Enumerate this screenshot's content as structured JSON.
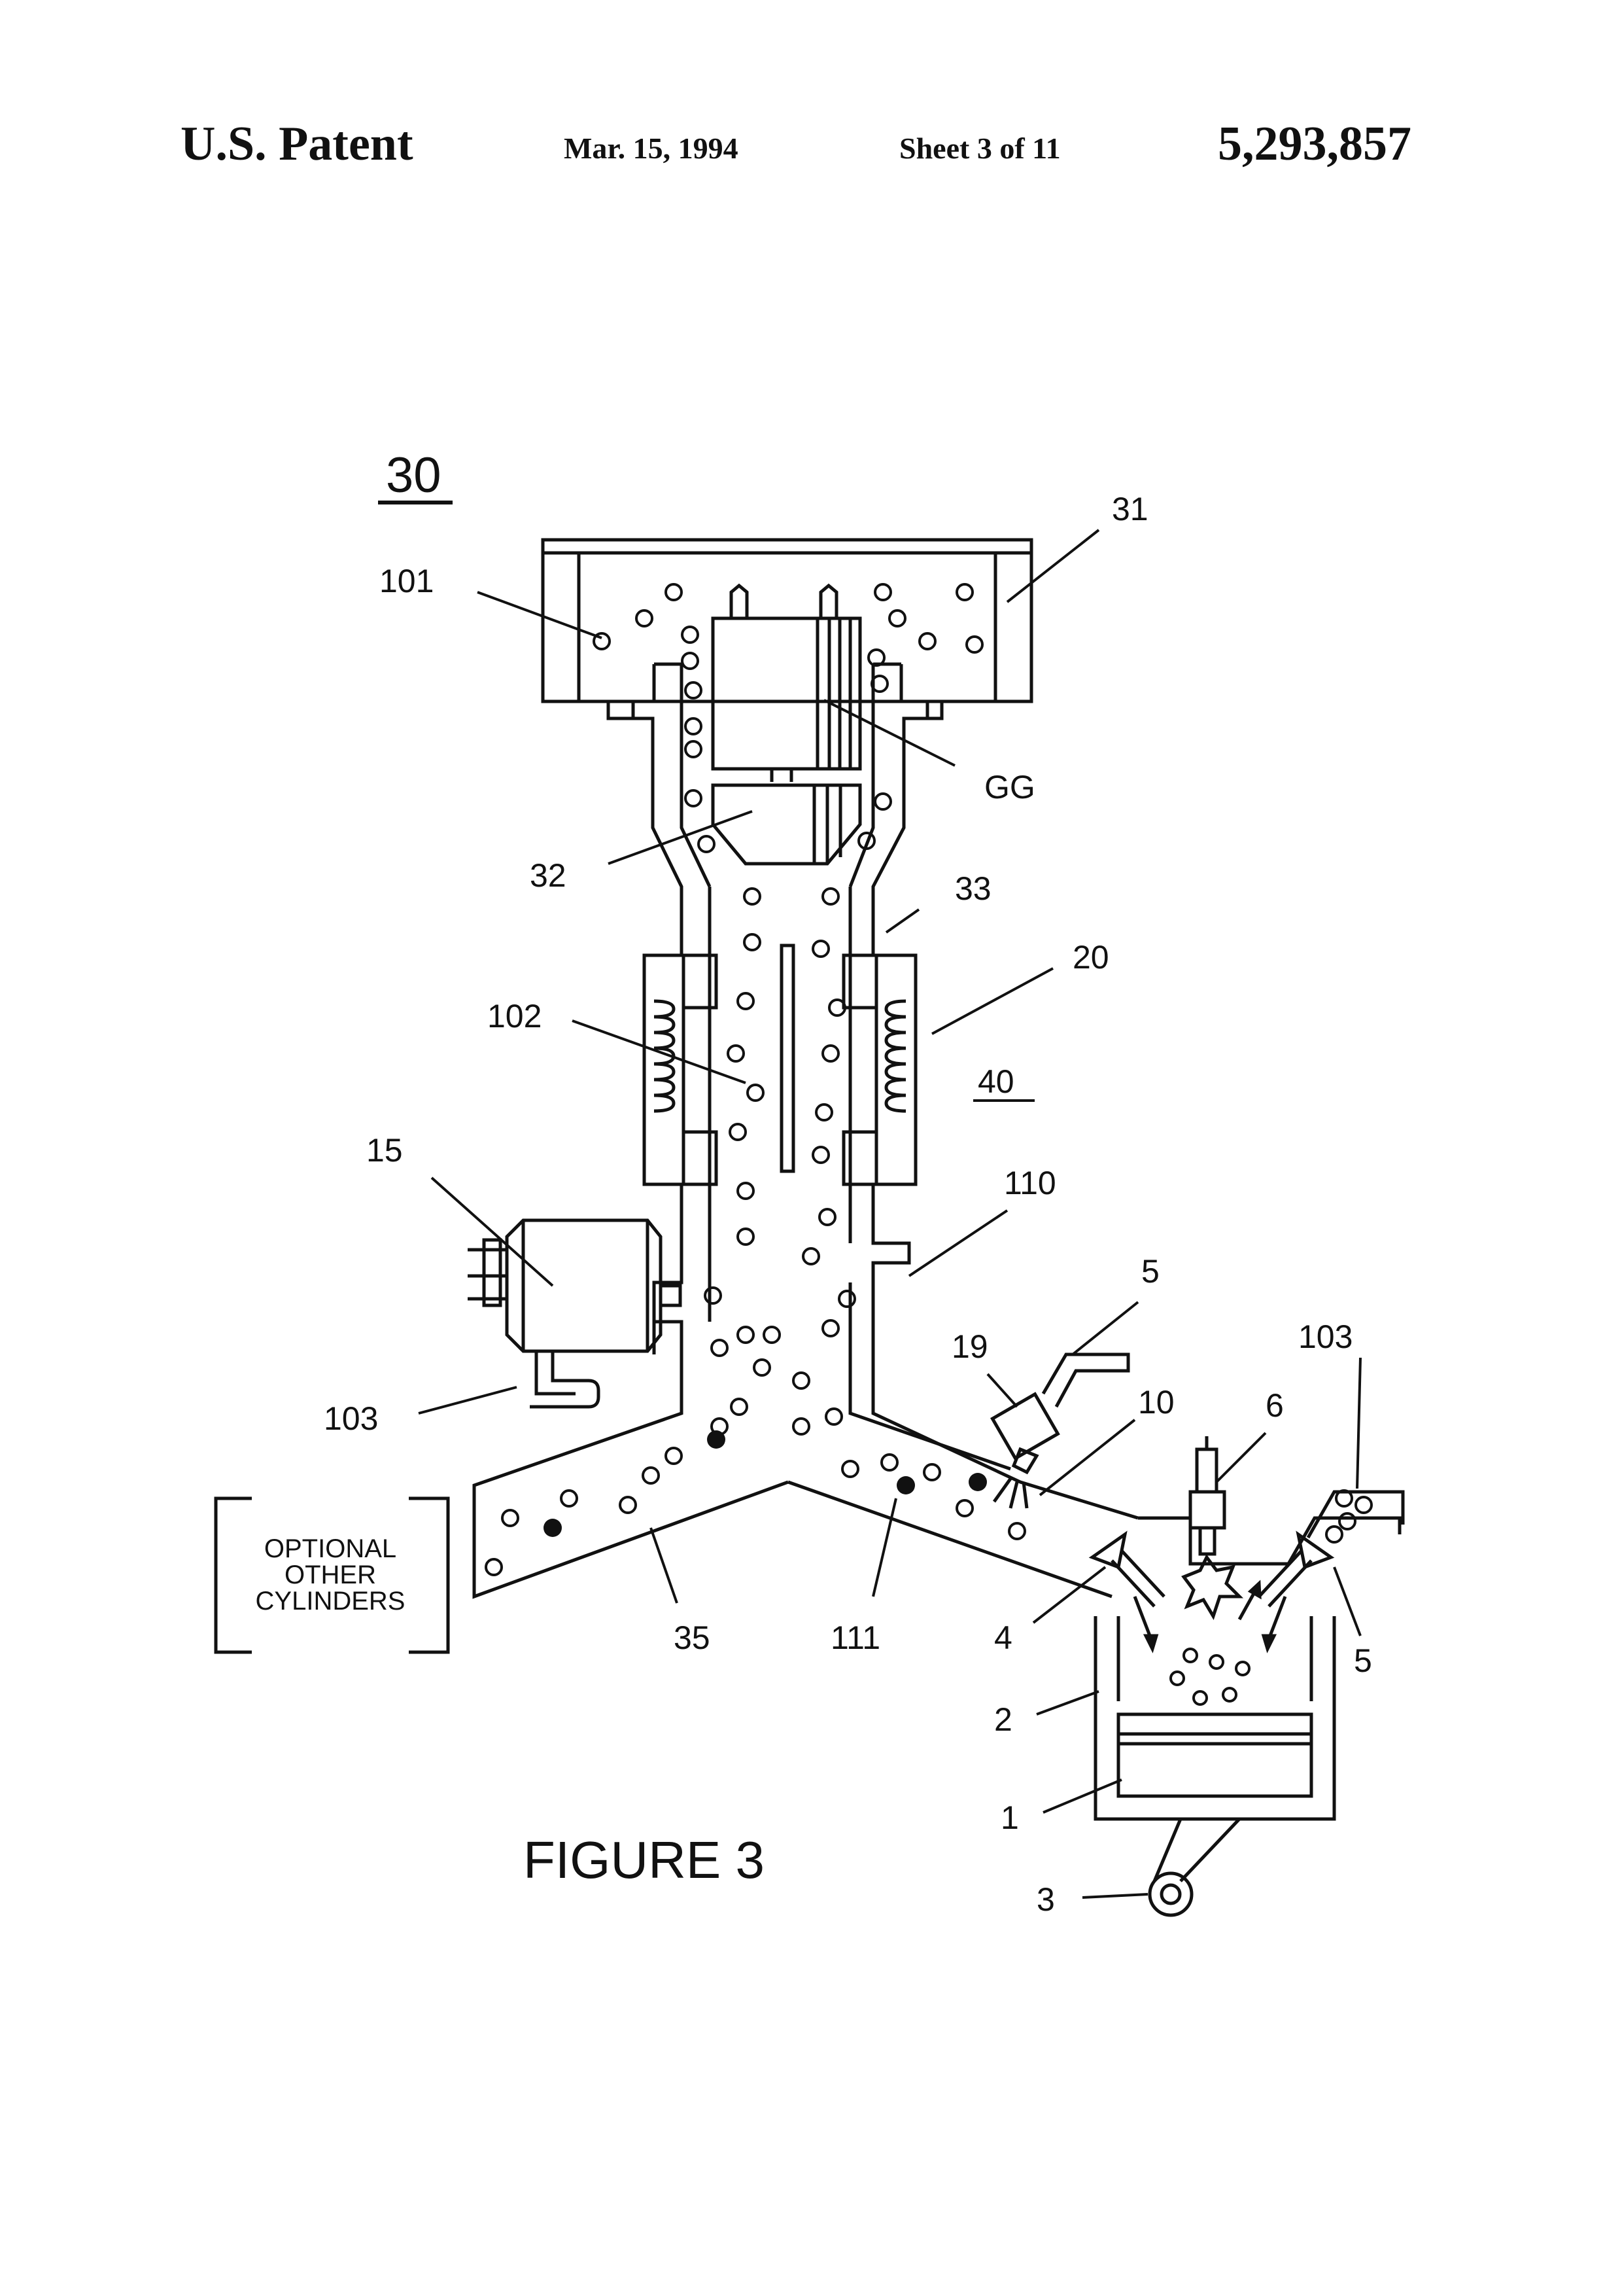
{
  "header": {
    "patent": "U.S. Patent",
    "date": "Mar. 15, 1994",
    "sheet": "Sheet 3 of 11",
    "number": "5,293,857"
  },
  "figure": {
    "caption": "FIGURE 3",
    "system_ref": "30",
    "chamber_ref": "40",
    "bracket_text": [
      "OPTIONAL",
      "OTHER",
      "CYLINDERS"
    ],
    "labels": {
      "l31": "31",
      "l101": "101",
      "lGG": "GG",
      "l32": "32",
      "l33": "33",
      "l20": "20",
      "l102": "102",
      "l15": "15",
      "l110": "110",
      "l5a": "5",
      "l103a": "103",
      "l19": "19",
      "l10": "10",
      "l6": "6",
      "l103b": "103",
      "l35": "35",
      "l111": "111",
      "l4": "4",
      "l5b": "5",
      "l2": "2",
      "l1": "1",
      "l3": "3"
    }
  }
}
